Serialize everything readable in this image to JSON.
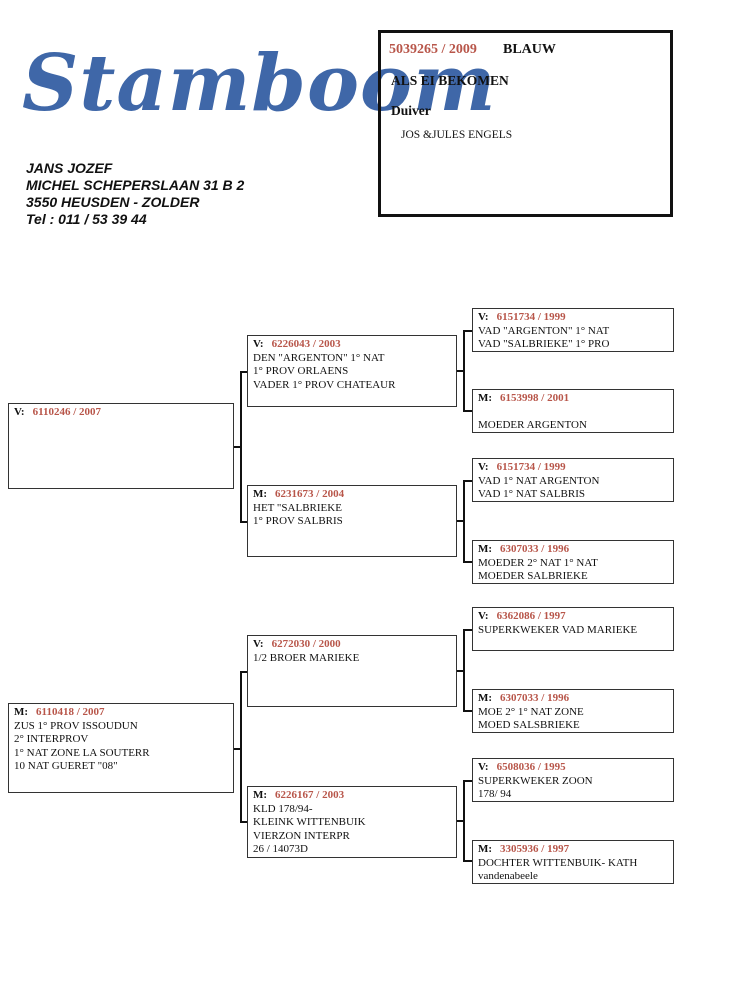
{
  "header": {
    "logo_text": "Stamboom",
    "owner": {
      "name": "JANS JOZEF",
      "street": "MICHEL SCHEPERSLAAN 31 B 2",
      "city": "3550 HEUSDEN - ZOLDER",
      "phone": "Tel : 011 / 53 39 44"
    }
  },
  "bird": {
    "ring": "5039265 / 2009",
    "color": "BLAUW",
    "origin": "ALS EI BEKOMEN",
    "sex": "Duiver",
    "breeder": "JOS &JULES ENGELS"
  },
  "pedigree": {
    "father": {
      "prefix": "V:",
      "ring": "6110246 / 2007",
      "lines": []
    },
    "mother": {
      "prefix": "M:",
      "ring": "6110418 / 2007",
      "lines": [
        "ZUS 1° PROV ISSOUDUN",
        "2° INTERPROV",
        "1° NAT ZONE LA SOUTERR",
        "10 NAT GUERET \"08\""
      ]
    },
    "ff": {
      "prefix": "V:",
      "ring": "6226043 / 2003",
      "lines": [
        "DEN \"ARGENTON\" 1° NAT",
        "1° PROV ORLAENS",
        "VADER 1° PROV CHATEAUR"
      ]
    },
    "fm": {
      "prefix": "M:",
      "ring": "6231673 / 2004",
      "lines": [
        "HET \"SALBRIEKE",
        "1° PROV SALBRIS"
      ]
    },
    "mf": {
      "prefix": "V:",
      "ring": "6272030 / 2000",
      "lines": [
        "1/2 BROER MARIEKE"
      ]
    },
    "mm": {
      "prefix": "M:",
      "ring": "6226167 / 2003",
      "lines": [
        "KLD 178/94-",
        "KLEINK WITTENBUIK",
        "VIERZON INTERPR",
        "26 / 14073D"
      ]
    },
    "fff": {
      "prefix": "V:",
      "ring": "6151734 / 1999",
      "lines": [
        "VAD \"ARGENTON\" 1° NAT",
        "VAD \"SALBRIEKE\" 1° PRO"
      ]
    },
    "ffm": {
      "prefix": "M:",
      "ring": "6153998 / 2001",
      "lines": [
        "",
        "MOEDER ARGENTON"
      ]
    },
    "fmf": {
      "prefix": "V:",
      "ring": "6151734 / 1999",
      "lines": [
        "VAD 1° NAT ARGENTON",
        "VAD 1° NAT SALBRIS"
      ]
    },
    "fmm": {
      "prefix": "M:",
      "ring": "6307033 / 1996",
      "lines": [
        "MOEDER 2° NAT 1° NAT",
        "MOEDER SALBRIEKE"
      ]
    },
    "mff": {
      "prefix": "V:",
      "ring": "6362086 / 1997",
      "lines": [
        "SUPERKWEKER VAD MARIEKE"
      ]
    },
    "mfm": {
      "prefix": "M:",
      "ring": "6307033 / 1996",
      "lines": [
        "MOE 2° 1° NAT ZONE",
        "MOED SALSBRIEKE"
      ]
    },
    "mmf": {
      "prefix": "V:",
      "ring": "6508036 / 1995",
      "lines": [
        "SUPERKWEKER ZOON",
        "178/ 94"
      ]
    },
    "mmm": {
      "prefix": "M:",
      "ring": "3305936 / 1997",
      "lines": [
        "DOCHTER WITTENBUIK- KATH",
        "vandenabeele"
      ]
    }
  }
}
